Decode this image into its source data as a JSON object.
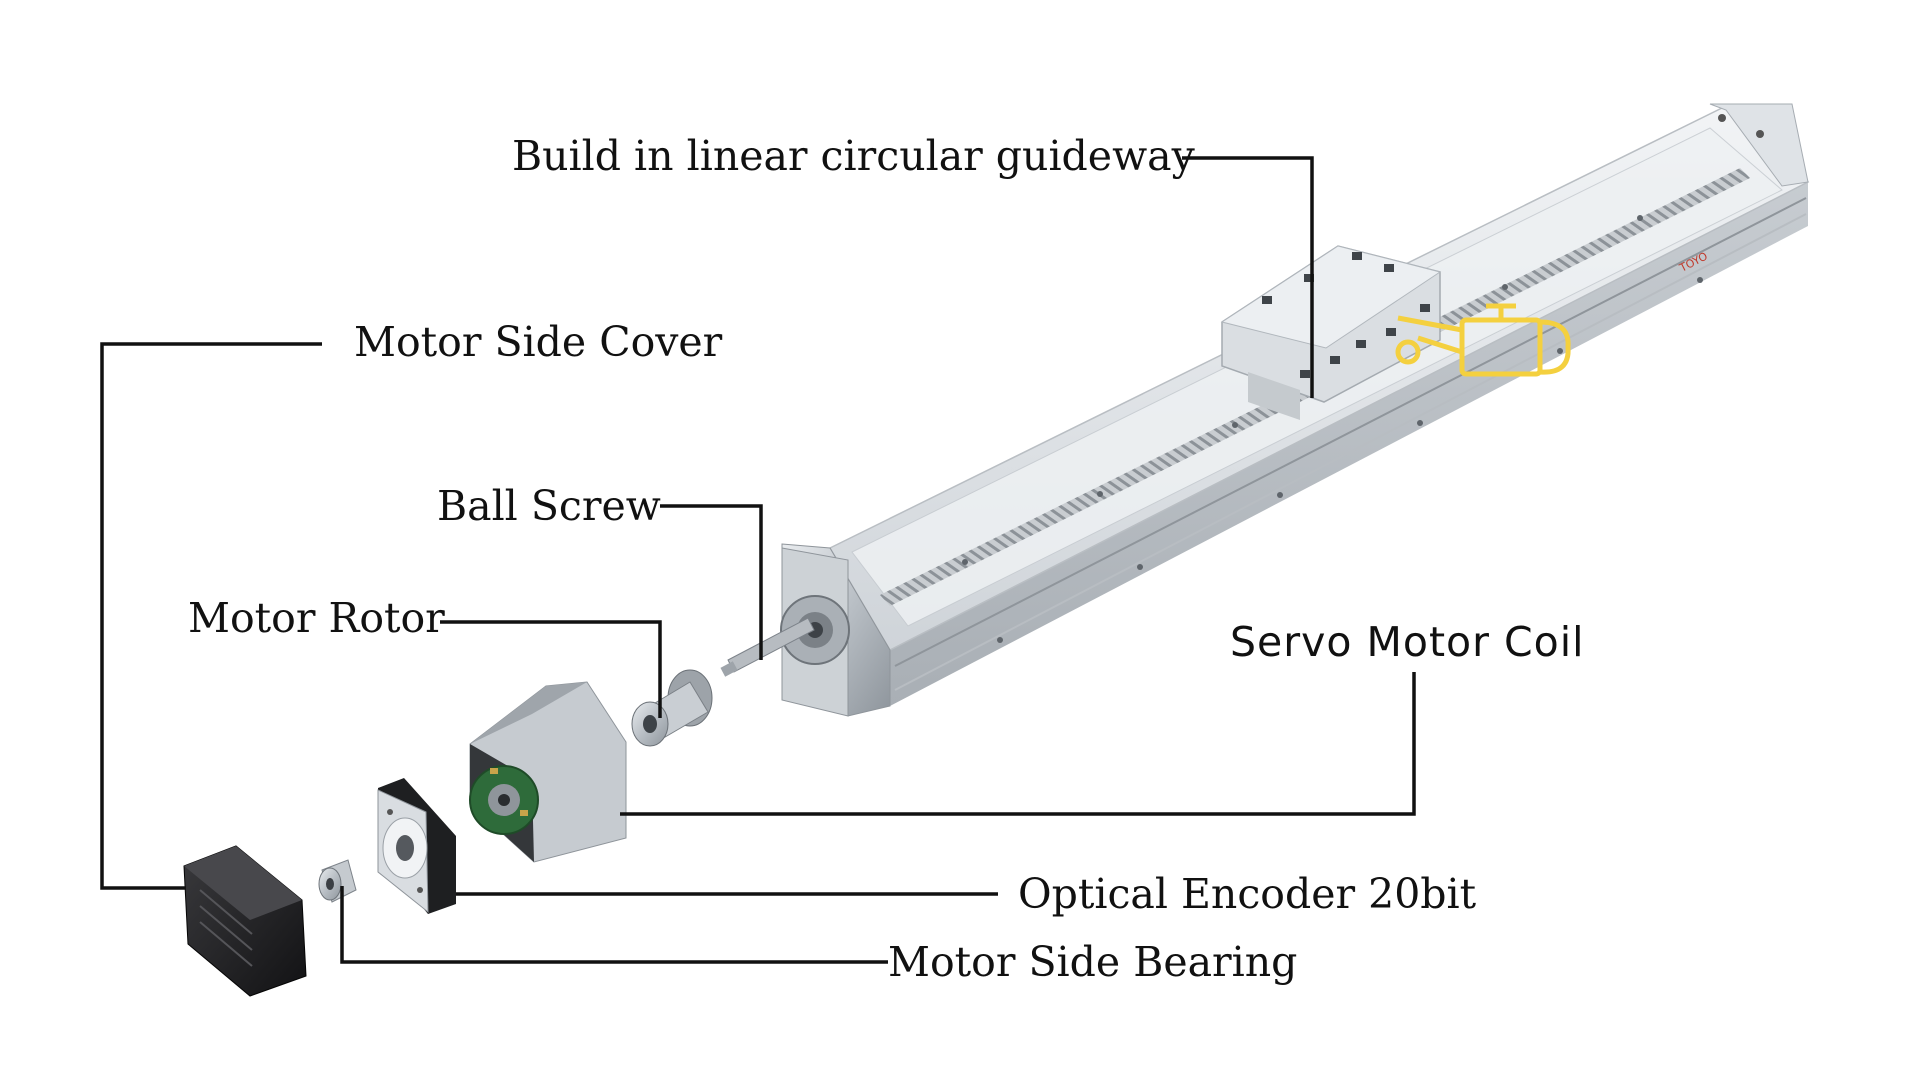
{
  "labels": {
    "guideway": "Build in linear circular guideway",
    "side_cover": "Motor Side Cover",
    "ball_screw": "Ball Screw",
    "motor_rotor": "Motor Rotor",
    "servo_coil": "Servo Motor Coil",
    "encoder": "Optical Encoder 20bit",
    "side_bearing": "Motor Side Bearing"
  },
  "brand_mark": "TOYO",
  "colors": {
    "leader_line": "#111111",
    "aluminum": "#d4d8dc",
    "aluminum_dark": "#9aa0a6",
    "cover_black": "#1c1c1e",
    "highlight_icon": "#f4d03f",
    "pcb_green": "#2e6b3a"
  }
}
